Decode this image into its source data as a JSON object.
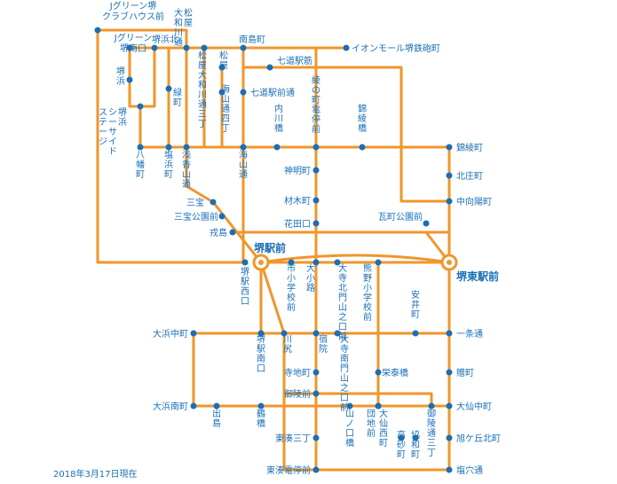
{
  "colors": {
    "route": "#f0962a",
    "stop": "#1a6fb5",
    "text": "#1a6fb5"
  },
  "hubs": {
    "sakai_eki": "堺駅前",
    "sakai_higashi": "堺東駅前"
  },
  "footnote": "2018年3月17日現在",
  "stops": {
    "j_green_club": "Jグリーン堺\nクラブハウス前",
    "j_green_minamiguchi": "Jグリーン\n堺南口",
    "sakai_hama": "堺浜",
    "seaside_stage": "堺浜\nシーサイド\nステージ",
    "sakaihama_kita": "堺浜北",
    "matsuya_yamato": "松屋\n大和川通",
    "minamijima": "南島町",
    "aeon": "イオンモール堺鉄砲町",
    "shichido_suji": "七道駅筋",
    "shichido_mae": "七道駅前通",
    "matsuya": "松屋",
    "matsuya_3": "松屋大和川通三丁",
    "kaizan_4": "海山通四丁",
    "midori": "緑町",
    "hachiman": "八幡町",
    "shiohama": "塩浜町",
    "asaka": "浅香山通",
    "kaizan": "海山通",
    "uchikawa": "内川橋",
    "ryonomachi": "綾の町電停前",
    "nishikiryo_bashi": "錦綾橋",
    "nishikiryo": "錦綾町",
    "shinmeicho": "神明町",
    "zaimokucho": "材木町",
    "kitashojicho": "北庄町",
    "nakamukaiyo": "中向陽町",
    "sanpo": "三宝",
    "sanpo_park": "三宝公園前",
    "ebisujima": "戎島",
    "hanadaguchi": "花田口",
    "kawaramachi": "瓦町公園前",
    "sakai_nishiguchi": "堺駅西口",
    "shi_shogakko": "市小学校前",
    "oshoji": "大小路",
    "oderakitamon": "大寺北門山之口前",
    "kumano": "熊野小学校前",
    "yasui": "安井町",
    "ichijo": "一条通",
    "ohama_naka": "大浜中町",
    "sakai_minamiguchi": "堺駅南口",
    "kawajiri": "川尻",
    "shukuin": "宿院",
    "oderaminamimon": "大寺南門山之口前",
    "terajicho": "寺地町",
    "eitaibashi": "栄泰橋",
    "hatago": "贈町",
    "goryomae": "御陵前",
    "ohama_minami": "大浜南町",
    "dejima": "出島",
    "tsuruhashi": "鶴橋",
    "yamanoguchibashi": "山ノ口橋",
    "danchi": "団地前",
    "oosennishi": "大仙西町",
    "takasago": "高砂町",
    "kyowa": "協和町",
    "goryo3": "御陵通三丁",
    "oosen_naka": "大仙中町",
    "asahigaoka": "旭ケ丘北町",
    "higashiminato3": "東湊三丁",
    "higashiminato_station": "東湊電停前",
    "shioana": "塩穴通"
  }
}
